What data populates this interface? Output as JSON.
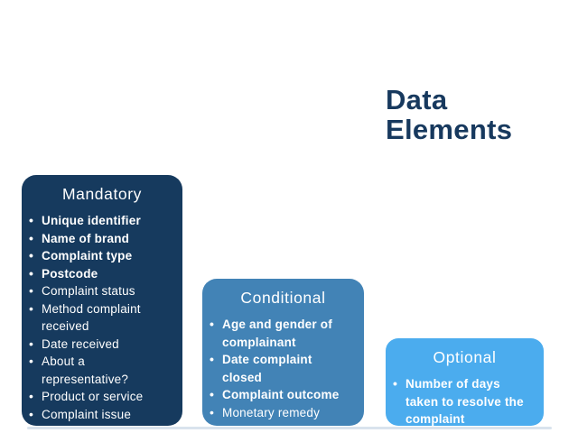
{
  "slide": {
    "title": {
      "line1": "Data",
      "line2": "Elements",
      "color": "#17395E"
    },
    "boxes": [
      {
        "id": "mandatory",
        "title": "Mandatory",
        "bg_color": "#163A5E",
        "text_color": "#FFFFFF",
        "items": [
          {
            "text": "Unique identifier",
            "bold": true
          },
          {
            "text": "Name of brand",
            "bold": true
          },
          {
            "text": "Complaint type",
            "bold": true
          },
          {
            "text": "Postcode",
            "bold": true
          },
          {
            "text": "Complaint status",
            "bold": false
          },
          {
            "text": "Method complaint\nreceived",
            "bold": false
          },
          {
            "text": "Date received",
            "bold": false
          },
          {
            "text": "About a\nrepresentative?",
            "bold": false
          },
          {
            "text": "Product or service",
            "bold": false
          },
          {
            "text": "Complaint issue",
            "bold": false
          }
        ]
      },
      {
        "id": "conditional",
        "title": "Conditional",
        "bg_color": "#4283B6",
        "text_color": "#FFFFFF",
        "items": [
          {
            "text": "Age and gender of\ncomplainant",
            "bold": true
          },
          {
            "text": "Date complaint\nclosed",
            "bold": true
          },
          {
            "text": "Complaint outcome",
            "bold": true
          },
          {
            "text": "Monetary remedy",
            "bold": false
          }
        ]
      },
      {
        "id": "optional",
        "title": "Optional",
        "bg_color": "#4BACEE",
        "text_color": "#FFFFFF",
        "items": [
          {
            "text": "Number of days\ntaken to resolve the\ncomplaint",
            "bold": true
          }
        ]
      }
    ],
    "bottom_line_color": "#D9E3ED"
  },
  "icons": {
    "bullet": "•"
  }
}
